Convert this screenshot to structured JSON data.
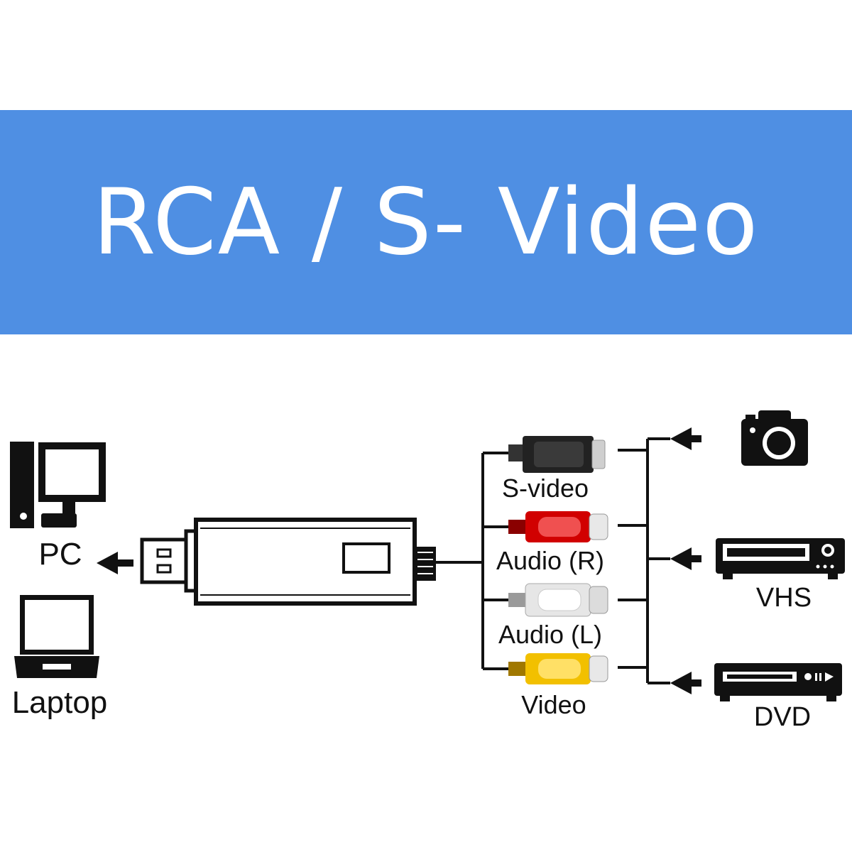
{
  "title": "RCA / S- Video",
  "colors": {
    "banner": "#4f8fe3",
    "audio_right": "#d10000",
    "audio_left": "#e8e8e8",
    "video": "#f2c000",
    "s_video": "#222222",
    "line": "#111111"
  },
  "left_devices": [
    {
      "name": "PC",
      "icon": "desktop-computer-icon"
    },
    {
      "name": "Laptop",
      "icon": "laptop-icon"
    }
  ],
  "connectors": [
    {
      "name": "S-video",
      "icon": "s-video-plug-icon"
    },
    {
      "name": "Audio (R)",
      "icon": "rca-red-plug-icon"
    },
    {
      "name": "Audio (L)",
      "icon": "rca-white-plug-icon"
    },
    {
      "name": "Video",
      "icon": "rca-yellow-plug-icon"
    }
  ],
  "sources": [
    {
      "name": "",
      "icon": "camera-icon"
    },
    {
      "name": "VHS",
      "icon": "vhs-player-icon"
    },
    {
      "name": "DVD",
      "icon": "dvd-player-icon"
    }
  ]
}
